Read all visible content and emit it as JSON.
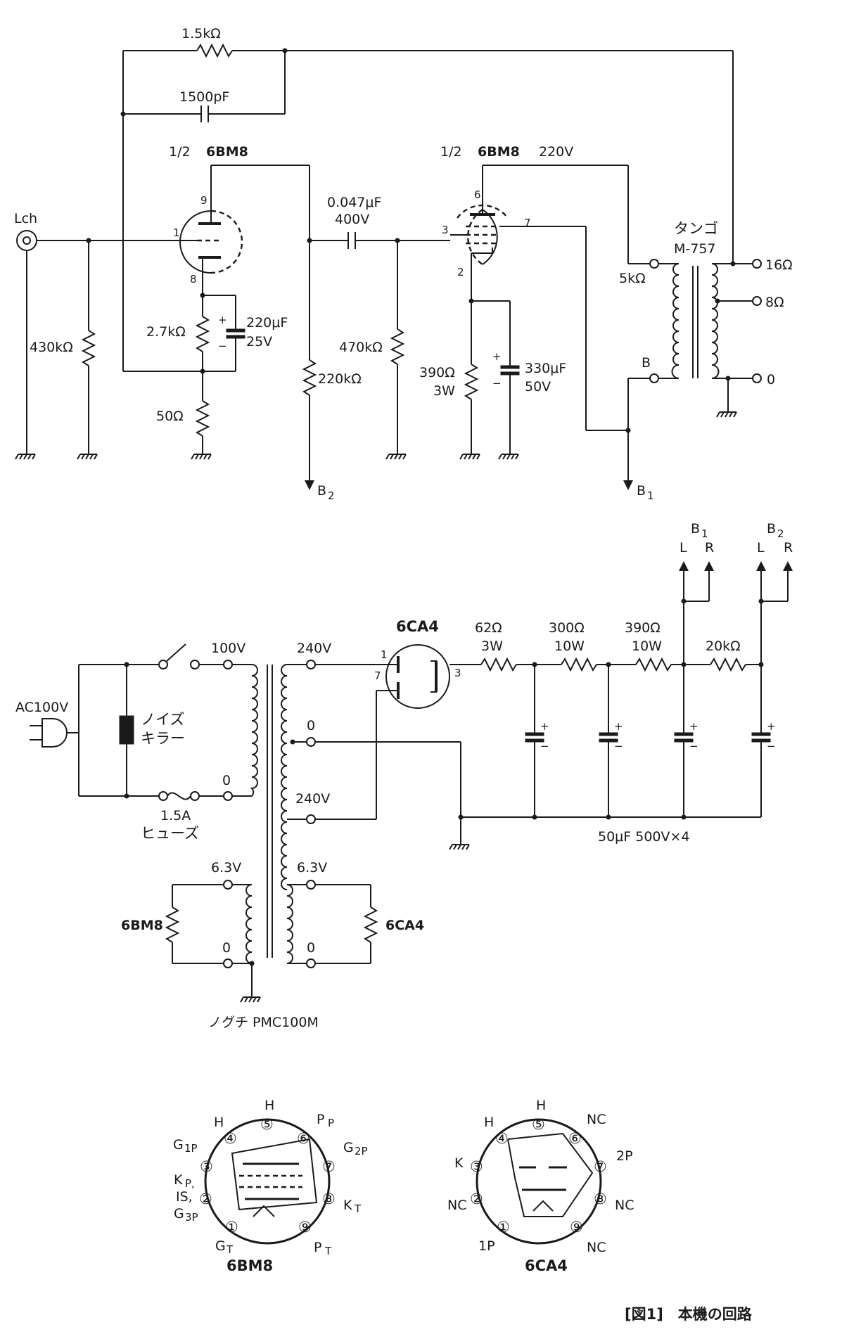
{
  "figure": {
    "caption": "[図1]　本機の回路"
  },
  "amp": {
    "input_label": "Lch",
    "fb_resistor": "1.5kΩ",
    "fb_capacitor": "1500pF",
    "v1_half": "1/2",
    "v1_name": "6BM8",
    "v1_pins": [
      "9",
      "1",
      "8"
    ],
    "v1_cathode_res": "2.7kΩ",
    "v1_cathode_cap": "220μF",
    "v1_cathode_cap_v": "25V",
    "v1_fb_res": "50Ω",
    "v1_grid_res": "430kΩ",
    "v1_plate_res": "220kΩ",
    "coupling_cap": "0.047μF",
    "coupling_cap_v": "400V",
    "v2_grid_res": "470kΩ",
    "v2_half": "1/2",
    "v2_name": "6BM8",
    "v2_pins": [
      "6",
      "3",
      "7",
      "2"
    ],
    "v2_plate_v": "220V",
    "v2_cathode_res": "390Ω",
    "v2_cathode_res_w": "3W",
    "v2_cathode_cap": "330μF",
    "v2_cathode_cap_v": "50V",
    "b2_label": "B",
    "b2_sub": "2",
    "b1_label": "B",
    "b1_sub": "1",
    "otrans_name": "タンゴ",
    "otrans_model": "M-757",
    "ot_primary": "5kΩ",
    "ot_b": "B",
    "ot_taps": [
      "16Ω",
      "8Ω",
      "0"
    ]
  },
  "psu": {
    "ac_label": "AC100V",
    "noise_killer": [
      "ノイズ",
      "キラー"
    ],
    "fuse": [
      "1.5A",
      "ヒューズ"
    ],
    "primary_100v": "100V",
    "primary_0": "0",
    "secondary_240a": "240V",
    "secondary_0": "0",
    "secondary_240b": "240V",
    "heater_left_v": "6.3V",
    "heater_left_0": "0",
    "heater_left_name": "6BM8",
    "heater_right_v": "6.3V",
    "heater_right_0": "0",
    "heater_right_name": "6CA4",
    "ptrans_name": "ノグチ PMC100M",
    "rect_name": "6CA4",
    "rect_pins": [
      "1",
      "7",
      "3"
    ],
    "r1": "62Ω",
    "r1_w": "3W",
    "r2": "300Ω",
    "r2_w": "10W",
    "r3": "390Ω",
    "r3_w": "10W",
    "r4": "20kΩ",
    "caps_label": "50μF 500V×4",
    "b1_label": "B",
    "b1_sub": "1",
    "b2_label": "B",
    "b2_sub": "2",
    "lr": [
      "L",
      "R",
      "L",
      "R"
    ]
  },
  "pinout_6bm8": {
    "name": "6BM8",
    "pins": [
      "①",
      "②",
      "③",
      "④",
      "⑤",
      "⑥",
      "⑦",
      "⑧",
      "⑨"
    ],
    "labels": {
      "p1": "G",
      "p1_sub": "T",
      "p2a": "K",
      "p2a_sub": "P,",
      "p2b": "IS,",
      "p2c": "G",
      "p2c_sub": "3P",
      "p3": "G",
      "p3_sub": "1P",
      "p4": "H",
      "p5": "H",
      "p6": "P",
      "p6_sub": "P",
      "p7": "G",
      "p7_sub": "2P",
      "p8": "K",
      "p8_sub": "T",
      "p9": "P",
      "p9_sub": "T"
    }
  },
  "pinout_6ca4": {
    "name": "6CA4",
    "pins": [
      "①",
      "②",
      "③",
      "④",
      "⑤",
      "⑥",
      "⑦",
      "⑧",
      "⑨"
    ],
    "labels": {
      "p1": "1P",
      "p2": "NC",
      "p3": "K",
      "p4": "H",
      "p5": "H",
      "p6": "NC",
      "p7": "2P",
      "p8": "NC",
      "p9": "NC"
    }
  }
}
